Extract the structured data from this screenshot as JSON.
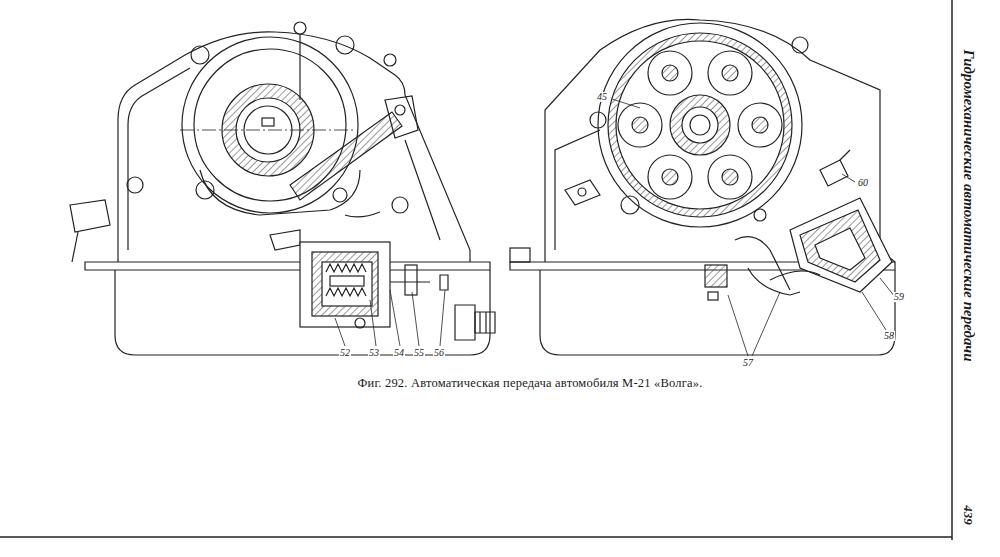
{
  "diagram": {
    "caption": "Фиг. 292. Автоматическая передача автомобиля М-21 «Волга».",
    "labels": [
      "45",
      "60",
      "52",
      "53",
      "54",
      "55",
      "56",
      "57",
      "58",
      "59",
      "Гидромеханические автоматические передачи",
      "439"
    ]
  }
}
